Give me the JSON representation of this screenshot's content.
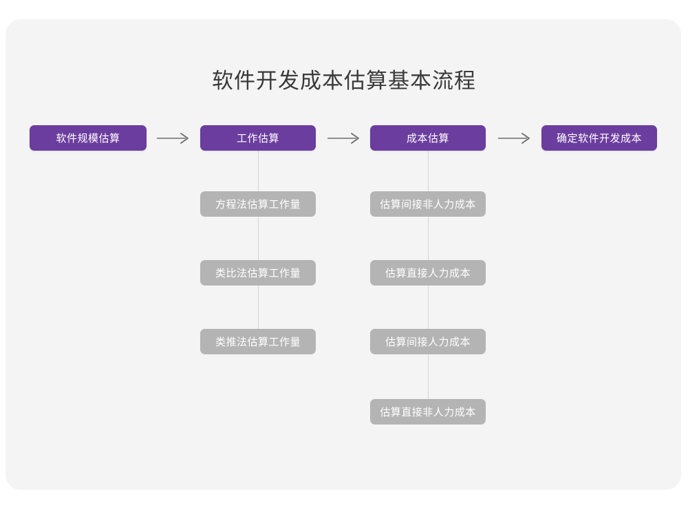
{
  "page": {
    "title": "软件开发成本估算基本流程",
    "background_color": "#ffffff",
    "card_color": "#f4f4f5",
    "primary_color": "#6b3d9e",
    "secondary_color": "#b4b4b4",
    "title_color": "#3a3a3a",
    "connector_color": "#d4d4d4"
  },
  "flow": {
    "main_steps": [
      {
        "label": "软件规模估算"
      },
      {
        "label": "工作估算"
      },
      {
        "label": "成本估算"
      },
      {
        "label": "确定软件开发成本"
      }
    ],
    "arrows": [
      {
        "name": "arrow-1",
        "glyph": "→"
      },
      {
        "name": "arrow-2",
        "glyph": "→"
      },
      {
        "name": "arrow-3",
        "glyph": "→"
      }
    ],
    "branches": [
      {
        "parent": "工作估算",
        "items": [
          {
            "label": "方程法估算工作量"
          },
          {
            "label": "类比法估算工作量"
          },
          {
            "label": "类推法估算工作量"
          }
        ]
      },
      {
        "parent": "成本估算",
        "items": [
          {
            "label": "估算间接非人力成本"
          },
          {
            "label": "估算直接人力成本"
          },
          {
            "label": "估算间接人力成本"
          },
          {
            "label": "估算直接非人力成本"
          }
        ]
      }
    ]
  }
}
